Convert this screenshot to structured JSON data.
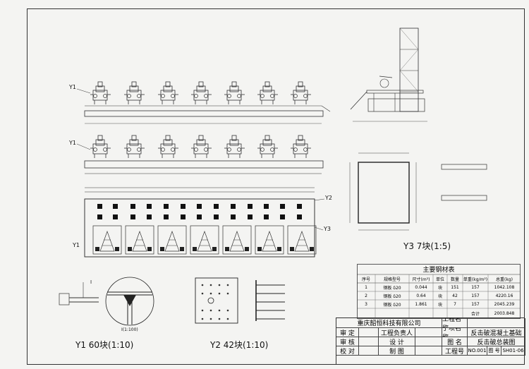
{
  "drawing": {
    "y3_caption": "Y3 7块(1:5)",
    "y1_caption": "Y1 60块(1:10)",
    "y2_caption": "Y2 42块(1:10)",
    "detail_scale": "I(1:100)",
    "tag_y1_top": "Y1",
    "tag_y1_mid": "Y1",
    "tag_y2": "Y2",
    "tag_y3": "Y3",
    "tag_y1_small": "Y1",
    "tag_i": "I"
  },
  "material_table": {
    "title": "主要钢材表",
    "headers": [
      "序号",
      "规格型号",
      "尺寸(m²)",
      "单位",
      "数量",
      "单重(kg/m²)",
      "总重(kg)"
    ],
    "rows": [
      [
        "1",
        "钢板 δ20",
        "0.044",
        "块",
        "151",
        "157",
        "1042.108"
      ],
      [
        "2",
        "钢板 δ20",
        "0.64",
        "块",
        "42",
        "157",
        "4220.16"
      ],
      [
        "3",
        "钢板 δ20",
        "1.861",
        "块",
        "7",
        "157",
        "2045.239"
      ]
    ],
    "total_label": "合计",
    "total_value": "2003.848"
  },
  "title_block": {
    "company": "重庆韶恒科技有限公司",
    "project_name_label": "工程名称",
    "subproject_label": "子项名称",
    "subproject_value": "反击破混凝土基础",
    "drawing_name_label": "图 名",
    "drawing_name_value": "反击破总装图",
    "project_no_label": "工程号",
    "project_no_value": "NO.001",
    "drawing_no_label": "图 号",
    "drawing_no_value": "SH01-06",
    "review_label": "审 定",
    "check_label": "审 核",
    "proof_label": "校 对",
    "project_lead_label": "工程负责人",
    "design_label": "设 计",
    "draw_label": "制 图"
  }
}
